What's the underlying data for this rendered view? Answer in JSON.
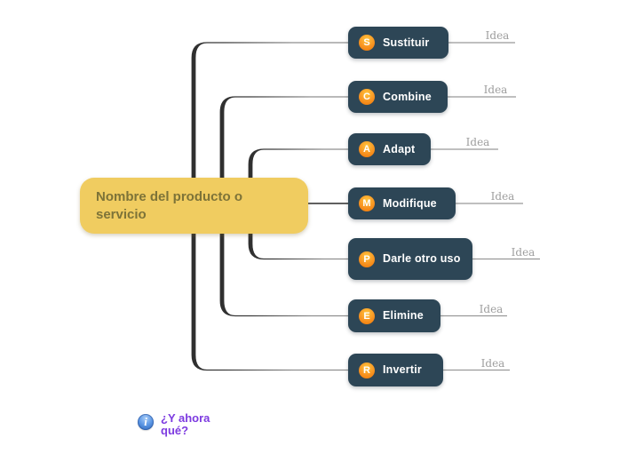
{
  "central_topic": {
    "label": "Nombre del producto o servicio"
  },
  "scamper_topics": [
    {
      "letter": "S",
      "label": "Sustituir",
      "idea_label": "Idea"
    },
    {
      "letter": "C",
      "label": "Combine",
      "idea_label": "Idea"
    },
    {
      "letter": "A",
      "label": "Adapt",
      "idea_label": "Idea"
    },
    {
      "letter": "M",
      "label": "Modifique",
      "idea_label": "Idea"
    },
    {
      "letter": "P",
      "label": "Darle otro uso",
      "idea_label": "Idea"
    },
    {
      "letter": "E",
      "label": "Elimine",
      "idea_label": "Idea"
    },
    {
      "letter": "R",
      "label": "Invertir",
      "idea_label": "Idea"
    }
  ],
  "floating_note": {
    "icon": "info-icon",
    "icon_glyph": "i",
    "label": "¿Y ahora qué?"
  },
  "colors": {
    "topic_bg": "#2d4656",
    "central_bg": "#f0cc60",
    "central_text": "#7d7338",
    "badge_orange": "#f78f1e",
    "idea_text": "#9e9e9e",
    "branch_dark": "#2e2e2e",
    "branch_gray": "#8f8f8f",
    "note_text": "#7d3be0",
    "info_icon_blue": "#4a86d8"
  }
}
